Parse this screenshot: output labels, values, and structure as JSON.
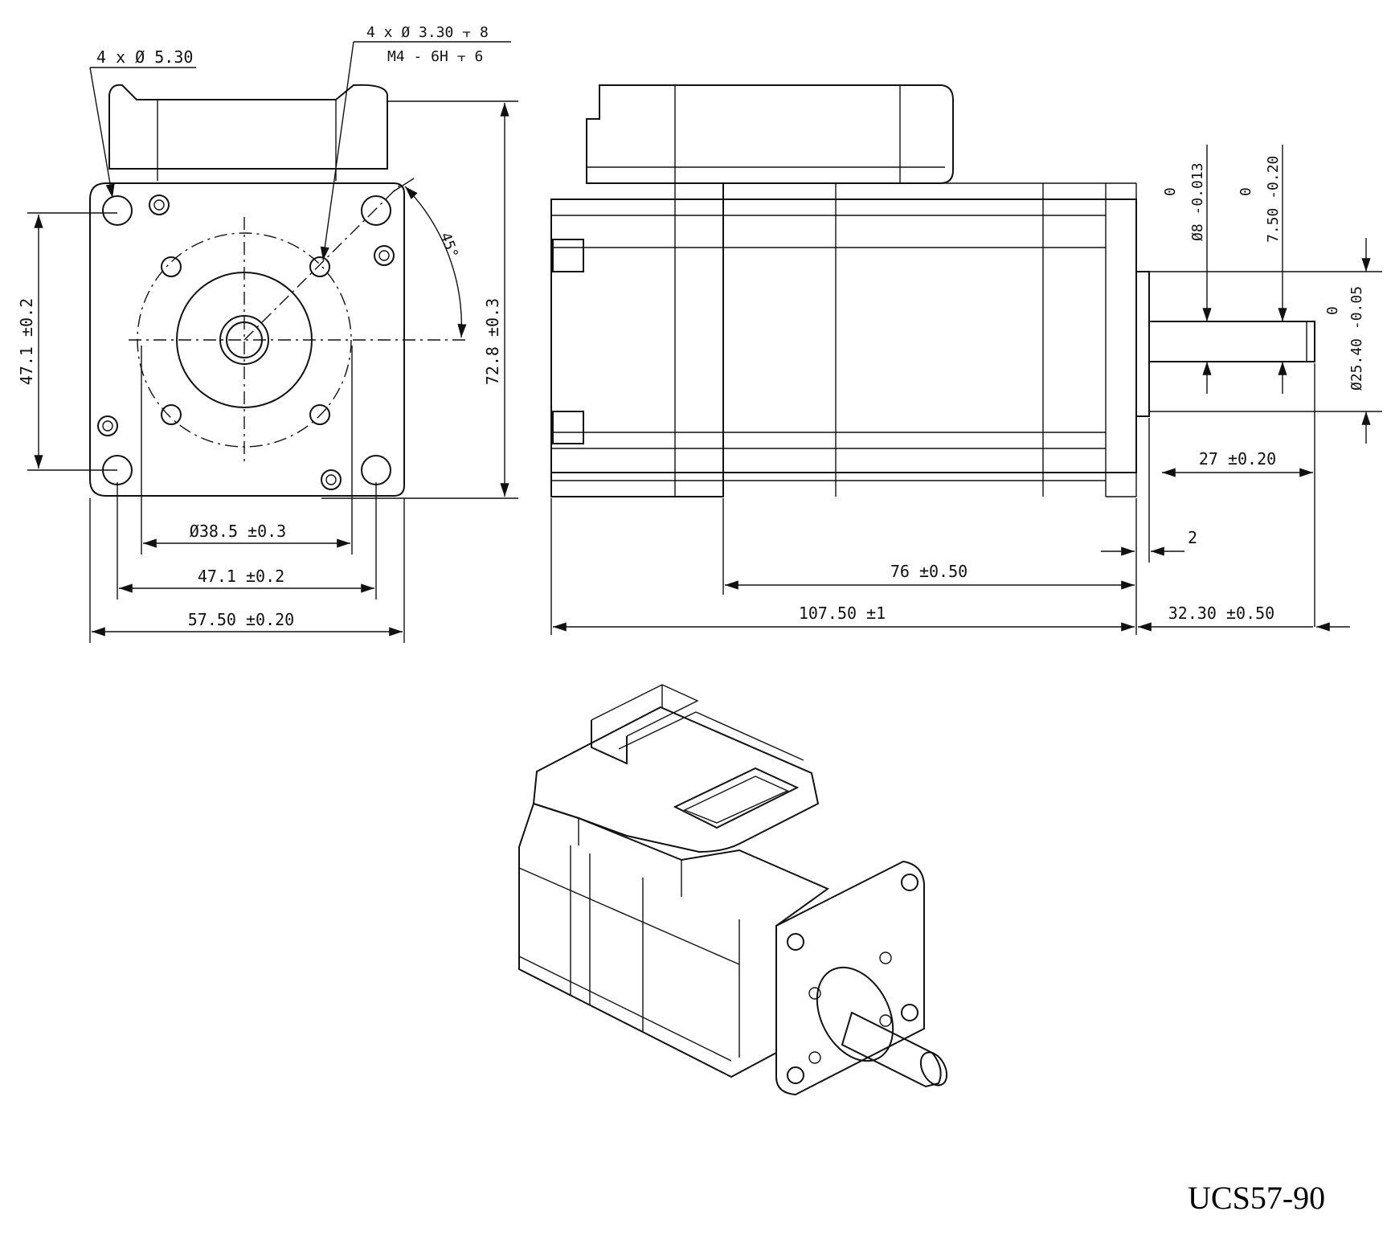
{
  "model_label": "UCS57-90",
  "front_view": {
    "hole_callout_large": "4 x Ø 5.30",
    "hole_callout_small_1": "4 x Ø 3.30 ⫟ 8",
    "hole_callout_small_2": "M4 - 6H ⫟ 6",
    "angle": "45°",
    "height_overall": "72.8 ±0.3",
    "hole_spacing_vertical": "47.1 ±0.2",
    "pilot_diameter": "Ø38.5 ±0.3",
    "hole_spacing_horizontal": "47.1 ±0.2",
    "flange_width": "57.50 ±0.20"
  },
  "side_view": {
    "shaft_diameter_tol_upper": "0",
    "shaft_diameter": "Ø8 -0.013",
    "flat_tol_upper": "0",
    "flat_dim": "7.50 -0.20",
    "boss_tol_upper": "0",
    "boss_diameter": "Ø25.40 -0.05",
    "shaft_length": "27 ±0.20",
    "boss_height": "2",
    "body_length": "76 ±0.50",
    "overall_length": "107.50 ±1",
    "shaft_extension": "32.30 ±0.50"
  }
}
